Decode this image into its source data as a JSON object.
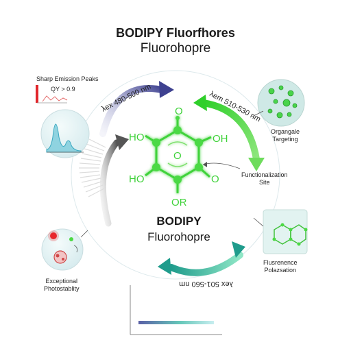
{
  "title": {
    "line1": "BODIPY Fluorfhores",
    "line2": "Fluorohopre"
  },
  "center": {
    "name": "BODIPY",
    "subtitle": "Fluorohopre"
  },
  "arrows": {
    "excitation": "λex 480-500 nm",
    "emission": "λem 510-530 nm",
    "bottom": "λex 501-560 nm"
  },
  "panels": {
    "emission_peaks": {
      "title": "Sharp Emission Peaks",
      "qy": "QY > 0.9"
    },
    "organelle": {
      "label_line1": "Organgale",
      "label_line2": "Targeting"
    },
    "functionalization": {
      "label_line1": "Functionalization",
      "label_line2": "Site"
    },
    "polarization": {
      "label_line1": "Flusrenence",
      "label_line2": "Polazsation"
    },
    "photostability": {
      "label_line1": "Exceptional",
      "label_line2": "Photostablity"
    }
  },
  "molecule": {
    "labels": {
      "ho_top": "HO",
      "oh_right": "OH",
      "ho_bottom": "HO",
      "o_right": "O",
      "or_bottom": "OR",
      "o_center": "O"
    }
  },
  "colors": {
    "green": "#3fd23a",
    "purple": "#4c4f9a",
    "teal": "#2fb3a0",
    "gray": "#6e6e6e"
  }
}
